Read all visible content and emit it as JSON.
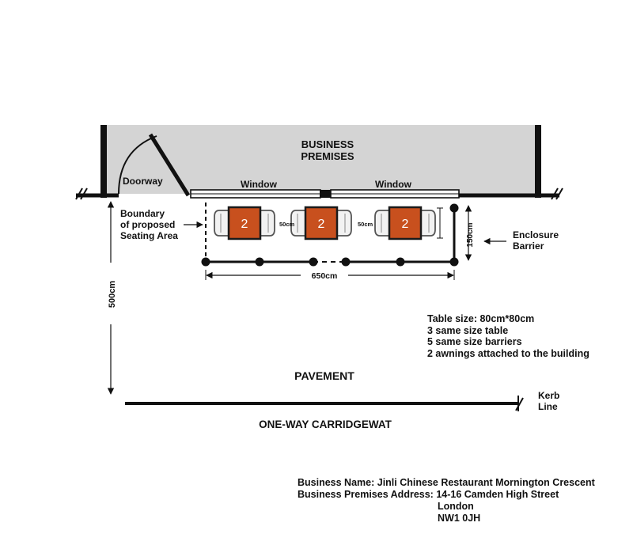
{
  "labels": {
    "premises_line1": "BUSINESS",
    "premises_line2": "PREMISES",
    "doorway": "Doorway",
    "window_left": "Window",
    "window_right": "Window",
    "boundary_line1": "Boundary",
    "boundary_line2": "of proposed",
    "boundary_line3": "Seating Area",
    "enclosure_line1": "Enclosure",
    "enclosure_line2": "Barrier",
    "width_dim": "650cm",
    "depth_dim": "150cm",
    "gap_dim_1": "50cm",
    "gap_dim_2": "50cm",
    "pavement_depth": "500cm",
    "pavement": "PAVEMENT",
    "kerb_line1": "Kerb",
    "kerb_line2": "Line",
    "carriageway": "ONE-WAY CARRIDGEWAT"
  },
  "tables": [
    {
      "number": "2"
    },
    {
      "number": "2"
    },
    {
      "number": "2"
    }
  ],
  "notes": [
    "Table size: 80cm*80cm",
    "3 same size table",
    "5 same size barriers",
    "2 awnings attached to the building"
  ],
  "business": {
    "name_label": "Business Name:",
    "name_value": "Jinli Chinese Restaurant  Mornington Crescent",
    "address_label": "Business Premises Address:",
    "address_lines": [
      "14-16 Camden High Street",
      "London",
      "NW1 0JH"
    ]
  },
  "colors": {
    "premises_fill": "#d4d4d4",
    "table_fill": "#c8501e",
    "wall": "#111111"
  }
}
